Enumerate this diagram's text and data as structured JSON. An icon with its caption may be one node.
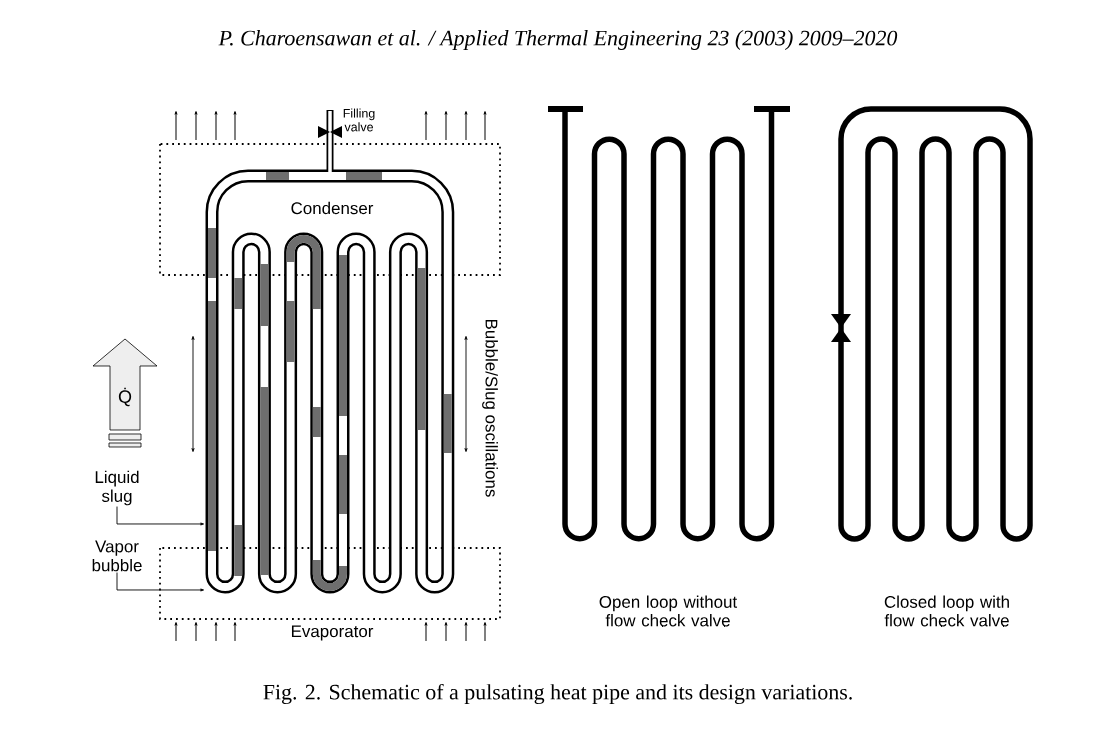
{
  "diagram": {
    "caption": "Fig. 2. Schematic of a pulsating heat pipe and its design variations.",
    "nodes": [
      {
        "text": [
          "Liquid slug"
        ]
      },
      {
        "text": [
          "Vapor bubble"
        ]
      }
    ],
    "edges": [
      {
        "from": 0,
        "to": null,
        "arrow": "to"
      },
      {
        "from": 1,
        "to": null,
        "arrow": "to"
      }
    ],
    "labels": [
      "P. Charoensawan et al. / Applied Thermal Engineering 23 (2003) 2009–2020",
      "Filling valve",
      "Condenser",
      "Q̇",
      "Bubble/Slug oscillations",
      "Evaporator",
      "Open loop without flow check valve",
      "Closed loop with flow check valve"
    ]
  }
}
